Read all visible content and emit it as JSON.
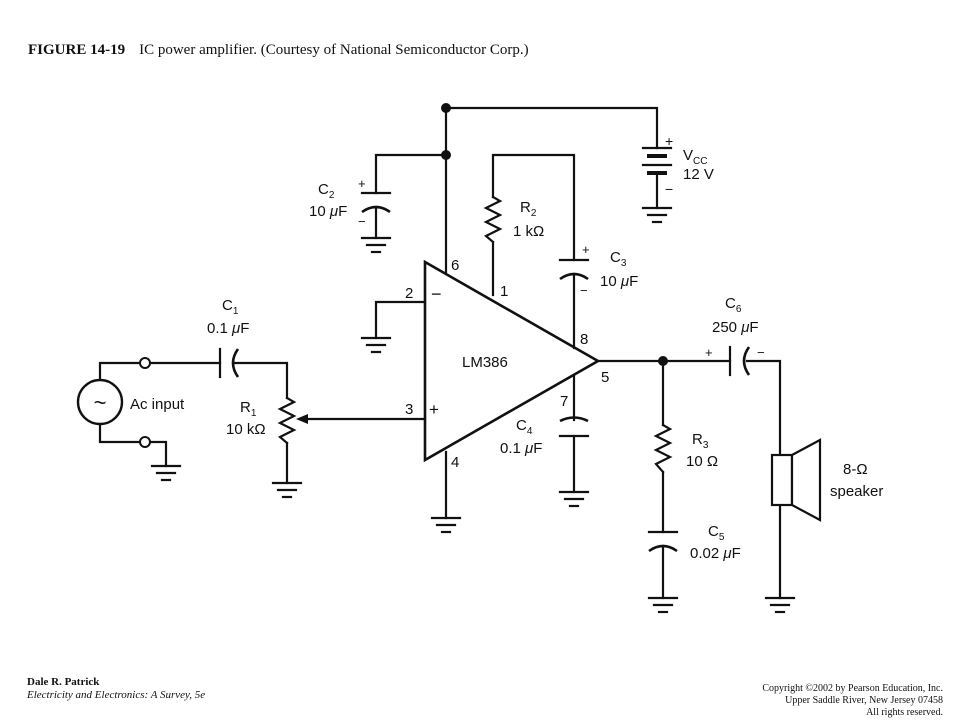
{
  "figure": {
    "number": "FIGURE 14-19",
    "caption": "IC power amplifier.  (Courtesy of National Semiconductor Corp.)"
  },
  "schematic": {
    "ic_label": "LM386",
    "pins": {
      "p1": "1",
      "p2": "2",
      "p3": "3",
      "p4": "4",
      "p5": "5",
      "p6": "6",
      "p7": "7",
      "p8": "8"
    },
    "components": {
      "c1": {
        "name": "C",
        "sub": "1",
        "value_num": "0.1 ",
        "value_unit": "F"
      },
      "c2": {
        "name": "C",
        "sub": "2",
        "value_num": "10 ",
        "value_unit": "F"
      },
      "c3": {
        "name": "C",
        "sub": "3",
        "value_num": "10 ",
        "value_unit": "F"
      },
      "c4": {
        "name": "C",
        "sub": "4",
        "value_num": "0.1 ",
        "value_unit": "F"
      },
      "c5": {
        "name": "C",
        "sub": "5",
        "value_num": "0.02 ",
        "value_unit": "F"
      },
      "c6": {
        "name": "C",
        "sub": "6",
        "value_num": "250 ",
        "value_unit": "F"
      },
      "r1": {
        "name": "R",
        "sub": "1",
        "value": "10 kΩ"
      },
      "r2": {
        "name": "R",
        "sub": "2",
        "value": "1 kΩ"
      },
      "r3": {
        "name": "R",
        "sub": "3",
        "value": "10 Ω"
      },
      "vcc": {
        "name": "V",
        "sub": "CC",
        "value": "12 V"
      }
    },
    "mu": "μ",
    "ac_input_label": "Ac input",
    "speaker": {
      "line1": "8-Ω",
      "line2": "speaker"
    },
    "plus": "+",
    "minus": "−",
    "tilde": "~"
  },
  "footer": {
    "author": "Dale R. Patrick",
    "book": "Electricity and Electronics:  A Survey, 5e",
    "copyright_lines": [
      "Copyright ©2002 by Pearson Education, Inc.",
      "Upper Saddle River, New Jersey 07458",
      "All rights reserved."
    ]
  }
}
